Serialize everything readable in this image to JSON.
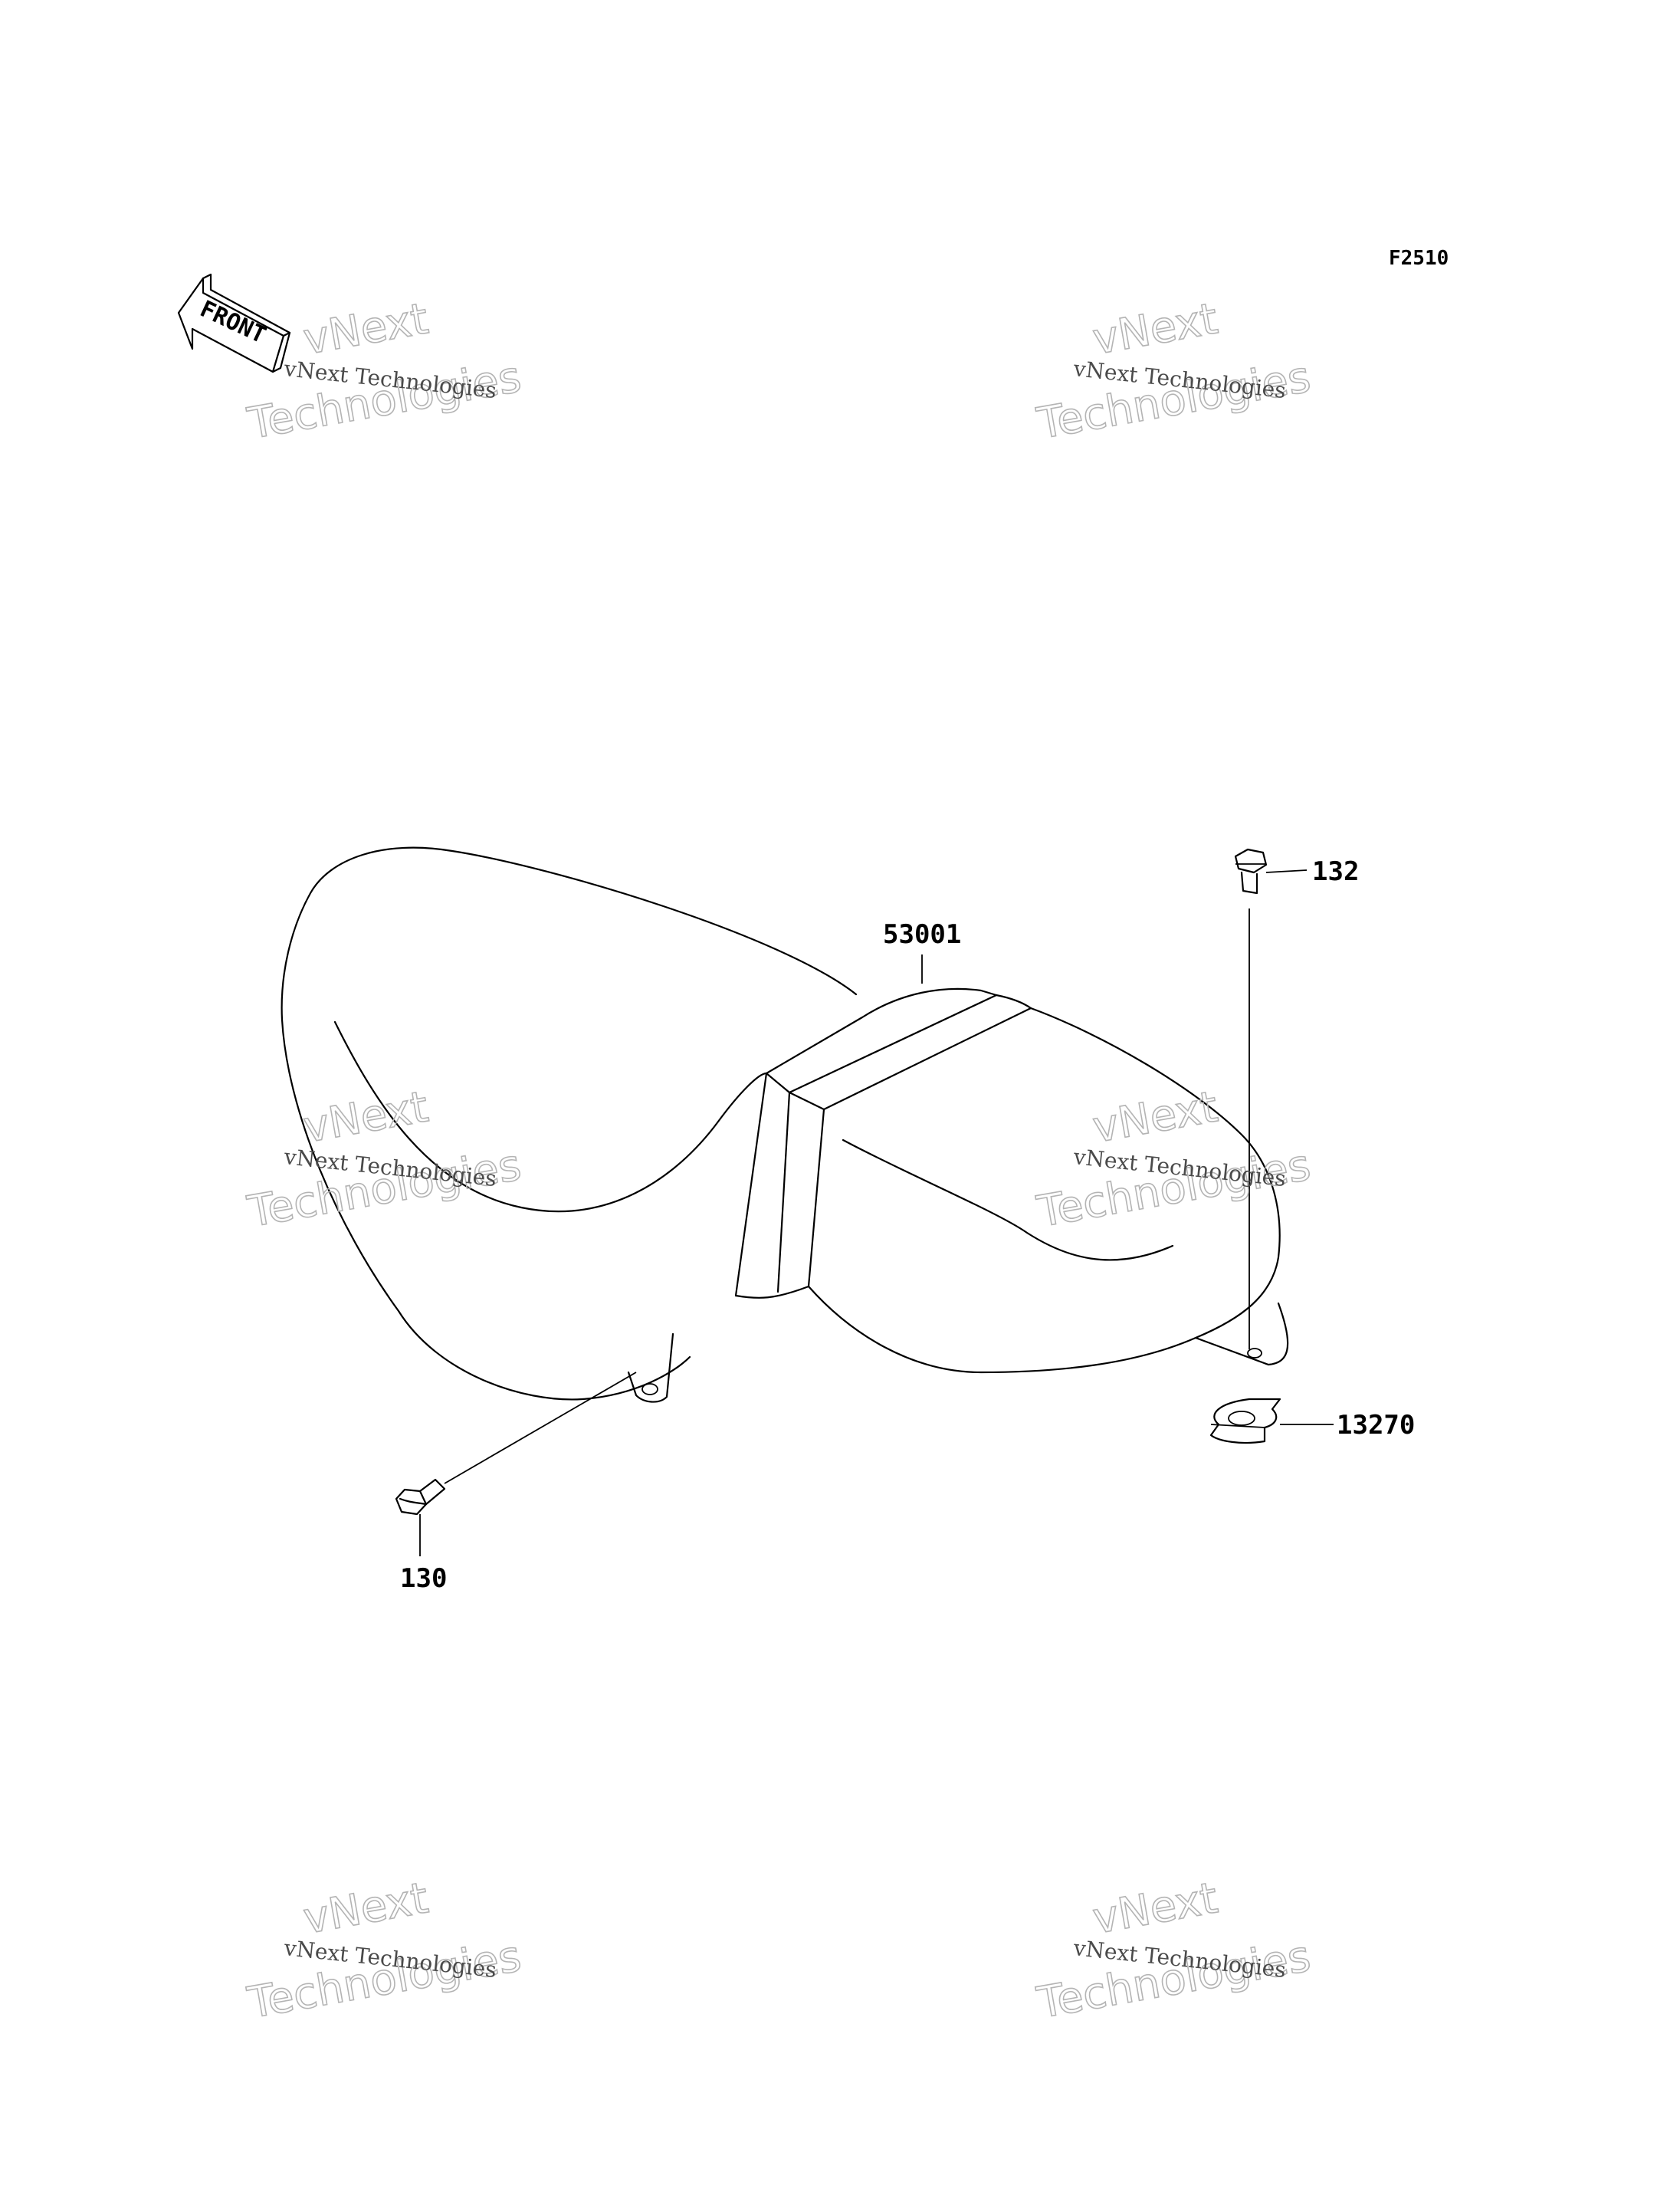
{
  "figure_code": "F2510",
  "front_arrow": {
    "label": "FRONT",
    "icon": "front-direction-arrow-icon"
  },
  "parts": [
    {
      "number": "53001",
      "name_icon": "seat-icon"
    },
    {
      "number": "132",
      "name_icon": "bolt-icon"
    },
    {
      "number": "130",
      "name_icon": "bolt-icon"
    },
    {
      "number": "13270",
      "name_icon": "plate-icon"
    }
  ],
  "watermark": {
    "line1": "vNext Technologies",
    "line2": "vNext",
    "line3": "Technologies"
  },
  "colors": {
    "ink": "#000000",
    "watermark": "#b4b4b4",
    "background": "#ffffff"
  }
}
